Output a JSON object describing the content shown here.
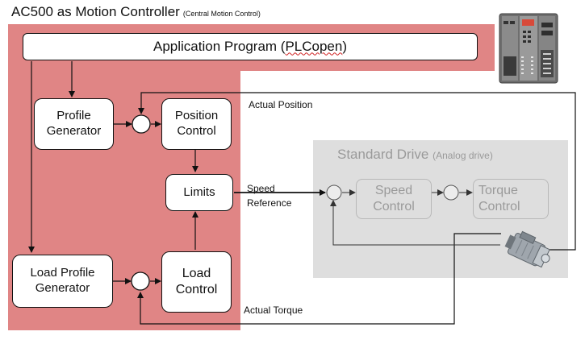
{
  "title": {
    "main": "AC500 as Motion Controller",
    "sub": "(Central Motion Control)"
  },
  "blocks": {
    "app_program_prefix": "Application Program (",
    "app_program_underlined": "PLCopen",
    "app_program_suffix": ")",
    "profile_generator": [
      "Profile",
      "Generator"
    ],
    "position_control": [
      "Position",
      "Control"
    ],
    "limits": "Limits",
    "load_profile_generator": [
      "Load Profile",
      "Generator"
    ],
    "load_control": [
      "Load",
      "Control"
    ]
  },
  "drive": {
    "title": "Standard Drive",
    "subtitle": "(Analog drive)",
    "speed_control": [
      "Speed",
      "Control"
    ],
    "torque_control": [
      "Torque",
      "Control"
    ]
  },
  "signals": {
    "actual_position": "Actual Position",
    "speed_reference": [
      "Speed",
      "Reference"
    ],
    "actual_torque": "Actual Torque"
  },
  "colors": {
    "controller_region": "#e08585",
    "drive_region": "#dedede",
    "drive_text": "#9a9a9a"
  },
  "icons": [
    "plc-device-icon",
    "servo-motor-icon"
  ]
}
